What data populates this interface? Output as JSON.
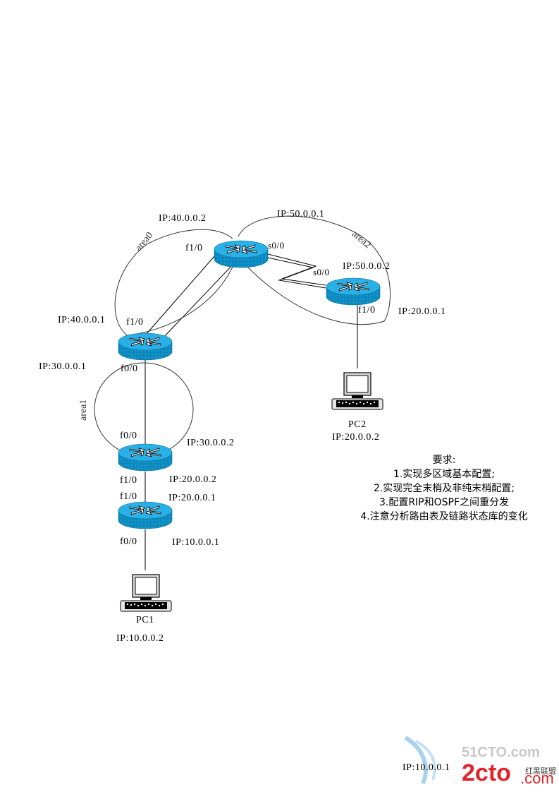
{
  "diagram": {
    "routers": [
      {
        "id": "R1",
        "name": "router-top"
      },
      {
        "id": "R2",
        "name": "router-right"
      },
      {
        "id": "R3",
        "name": "router-left"
      },
      {
        "id": "R4",
        "name": "router-middle"
      },
      {
        "id": "R5",
        "name": "router-bottom"
      }
    ],
    "pcs": [
      {
        "id": "PC1",
        "label": "PC1",
        "ip": "IP:10.0.0.2"
      },
      {
        "id": "PC2",
        "label": "PC2",
        "ip": "IP:20.0.0.2"
      }
    ],
    "labels": {
      "r1_ip_40": "IP:40.0.0.2",
      "r1_f1_0": "f1/0",
      "r1_s0_0": "s0/0",
      "r1_ip_50": "IP:50.0.0.1",
      "r2_s0_0": "s0/0",
      "r2_ip_50": "IP:50.0.0.2",
      "r2_f1_0": "f1/0",
      "r2_ip_20": "IP:20.0.0.1",
      "r3_ip_40": "IP:40.0.0.1",
      "r3_f1_0": "f1/0",
      "r3_ip_30": "IP:30.0.0.1",
      "r3_f0_0": "f0/0",
      "r4_f0_0": "f0/0",
      "r4_ip_30": "IP:30.0.0.2",
      "r4_f1_0": "f1/0",
      "r4_ip_20": "IP:20.0.0.2",
      "r5_f1_0": "f1/0",
      "r5_ip_20": "IP:20.0.0.1",
      "r5_f0_0": "f0/0",
      "r5_ip_10": "IP:10.0.0.1",
      "stray_ip": "IP:10.0.0.1"
    },
    "areas": {
      "area0": "area0",
      "area1": "area1",
      "area2": "area2"
    },
    "requirements": {
      "title": "要求:",
      "items": [
        "1.实现多区域基本配置;",
        "2.实现完全末梢及非纯末梢配置;",
        "3.配置RIP和OSPF之间重分发",
        "4.注意分析路由表及链路状态库的变化"
      ]
    },
    "watermark": {
      "top": "51CTO.com",
      "main": "2cto",
      "suffix": ".com",
      "cn": "红黑联盟"
    },
    "colors": {
      "router_top": "#1aa3d6",
      "router_side": "#0a7fb0",
      "line": "#000000"
    }
  }
}
